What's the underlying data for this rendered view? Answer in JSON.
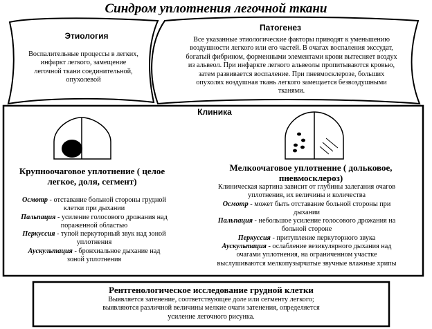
{
  "title": "Синдром уплотнения легочной ткани",
  "etiology": {
    "heading": "Этиология",
    "lines": [
      "Воспалительные процессы в легких,",
      "инфаркт легкого, замещение",
      "легочной ткани соединительной,",
      "опухолевой"
    ]
  },
  "pathogenesis": {
    "heading": "Патогенез",
    "lines": [
      "Все указанные этиологические факторы приводят к уменьшению",
      "воздушности  легкого или его частей. В очагах воспаления экссудат,",
      "богатый  фибрином, форменными элементами крови вытесняет воздух",
      "из альвеол. При инфаркте легкого альвеолы пропитываются кровью,",
      "затем развивается воспаление. При пневмосклерозе, больших",
      "опухолях воздушная ткань легкого замещается безвоздушными",
      "тканями."
    ]
  },
  "clinic": {
    "heading": "Клиника",
    "large_focal": {
      "title_lines": [
        "Крупноочаговое уплотнение ( целое",
        "легкое, доля, сегмент)"
      ],
      "items": [
        {
          "term": "Осмотр",
          "lines": [
            " - отставание больной стороны грудной",
            "клетки при дыхании"
          ]
        },
        {
          "term": "Пальпация",
          "lines": [
            " - усиление голосового дрожания над",
            "пораженной областью"
          ]
        },
        {
          "term": "Перкуссия",
          "lines": [
            " - тупой перкуторный звук над зоной",
            "уплотнения"
          ]
        },
        {
          "term": "Аускультация",
          "lines": [
            " - бронхиальное дыхание над",
            "зоной уплотнения"
          ]
        }
      ]
    },
    "small_focal": {
      "title_lines": [
        "Мелкоочаговое уплотнение ( дольковое,",
        "пневмосклероз)"
      ],
      "intro_lines": [
        "Клиническая картина зависит от глубины залегания очагов",
        "уплотнения, их величины и количества"
      ],
      "items": [
        {
          "term": "Осмотр",
          "lines": [
            " - может быть отставание больной стороны при",
            "дыхании"
          ]
        },
        {
          "term": "Пальпация",
          "lines": [
            " - небольшое усиление голосового дрожания на",
            "больной стороне"
          ]
        },
        {
          "term": "Перкуссия",
          "lines": [
            " - притупление перкуторного звука"
          ]
        },
        {
          "term": "Аускультация",
          "lines": [
            " - ослабление везикулярного дыхания над",
            "очагами уплотнения, на ограниченном участке",
            "выслушиваются мелкопузырчатые звучные влажные хрипы"
          ]
        }
      ]
    }
  },
  "xray": {
    "heading": "Рентгенологическое исследование грудной клетки",
    "lines": [
      "Выявляется затенение, соответствующее доле или сегменту легкого;",
      "выявляются различной величины мелкие очаги затенения, определяется",
      "усиление легочного рисунка."
    ]
  }
}
